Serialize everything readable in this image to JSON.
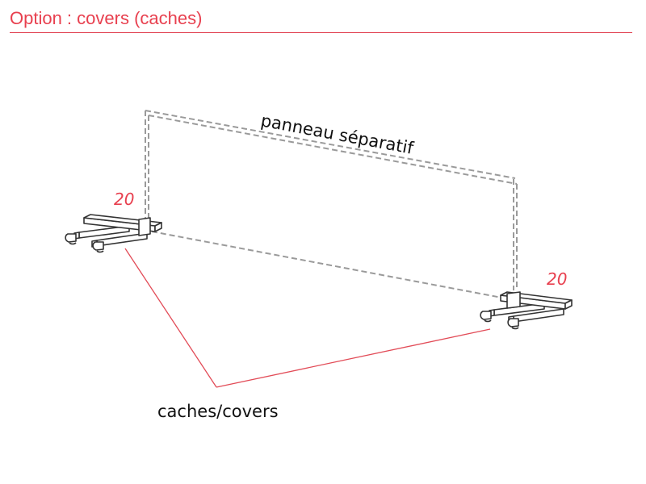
{
  "header": {
    "title": "Option : covers (caches)"
  },
  "diagram": {
    "panel_label": "panneau séparatif",
    "dimension_left": "20",
    "dimension_right": "20",
    "covers_label": "caches/covers"
  },
  "colors": {
    "accent": "#e8404f",
    "callout_line": "#e24b57",
    "dashed_outline": "#9a9a9a",
    "foot_stroke": "#333333"
  }
}
